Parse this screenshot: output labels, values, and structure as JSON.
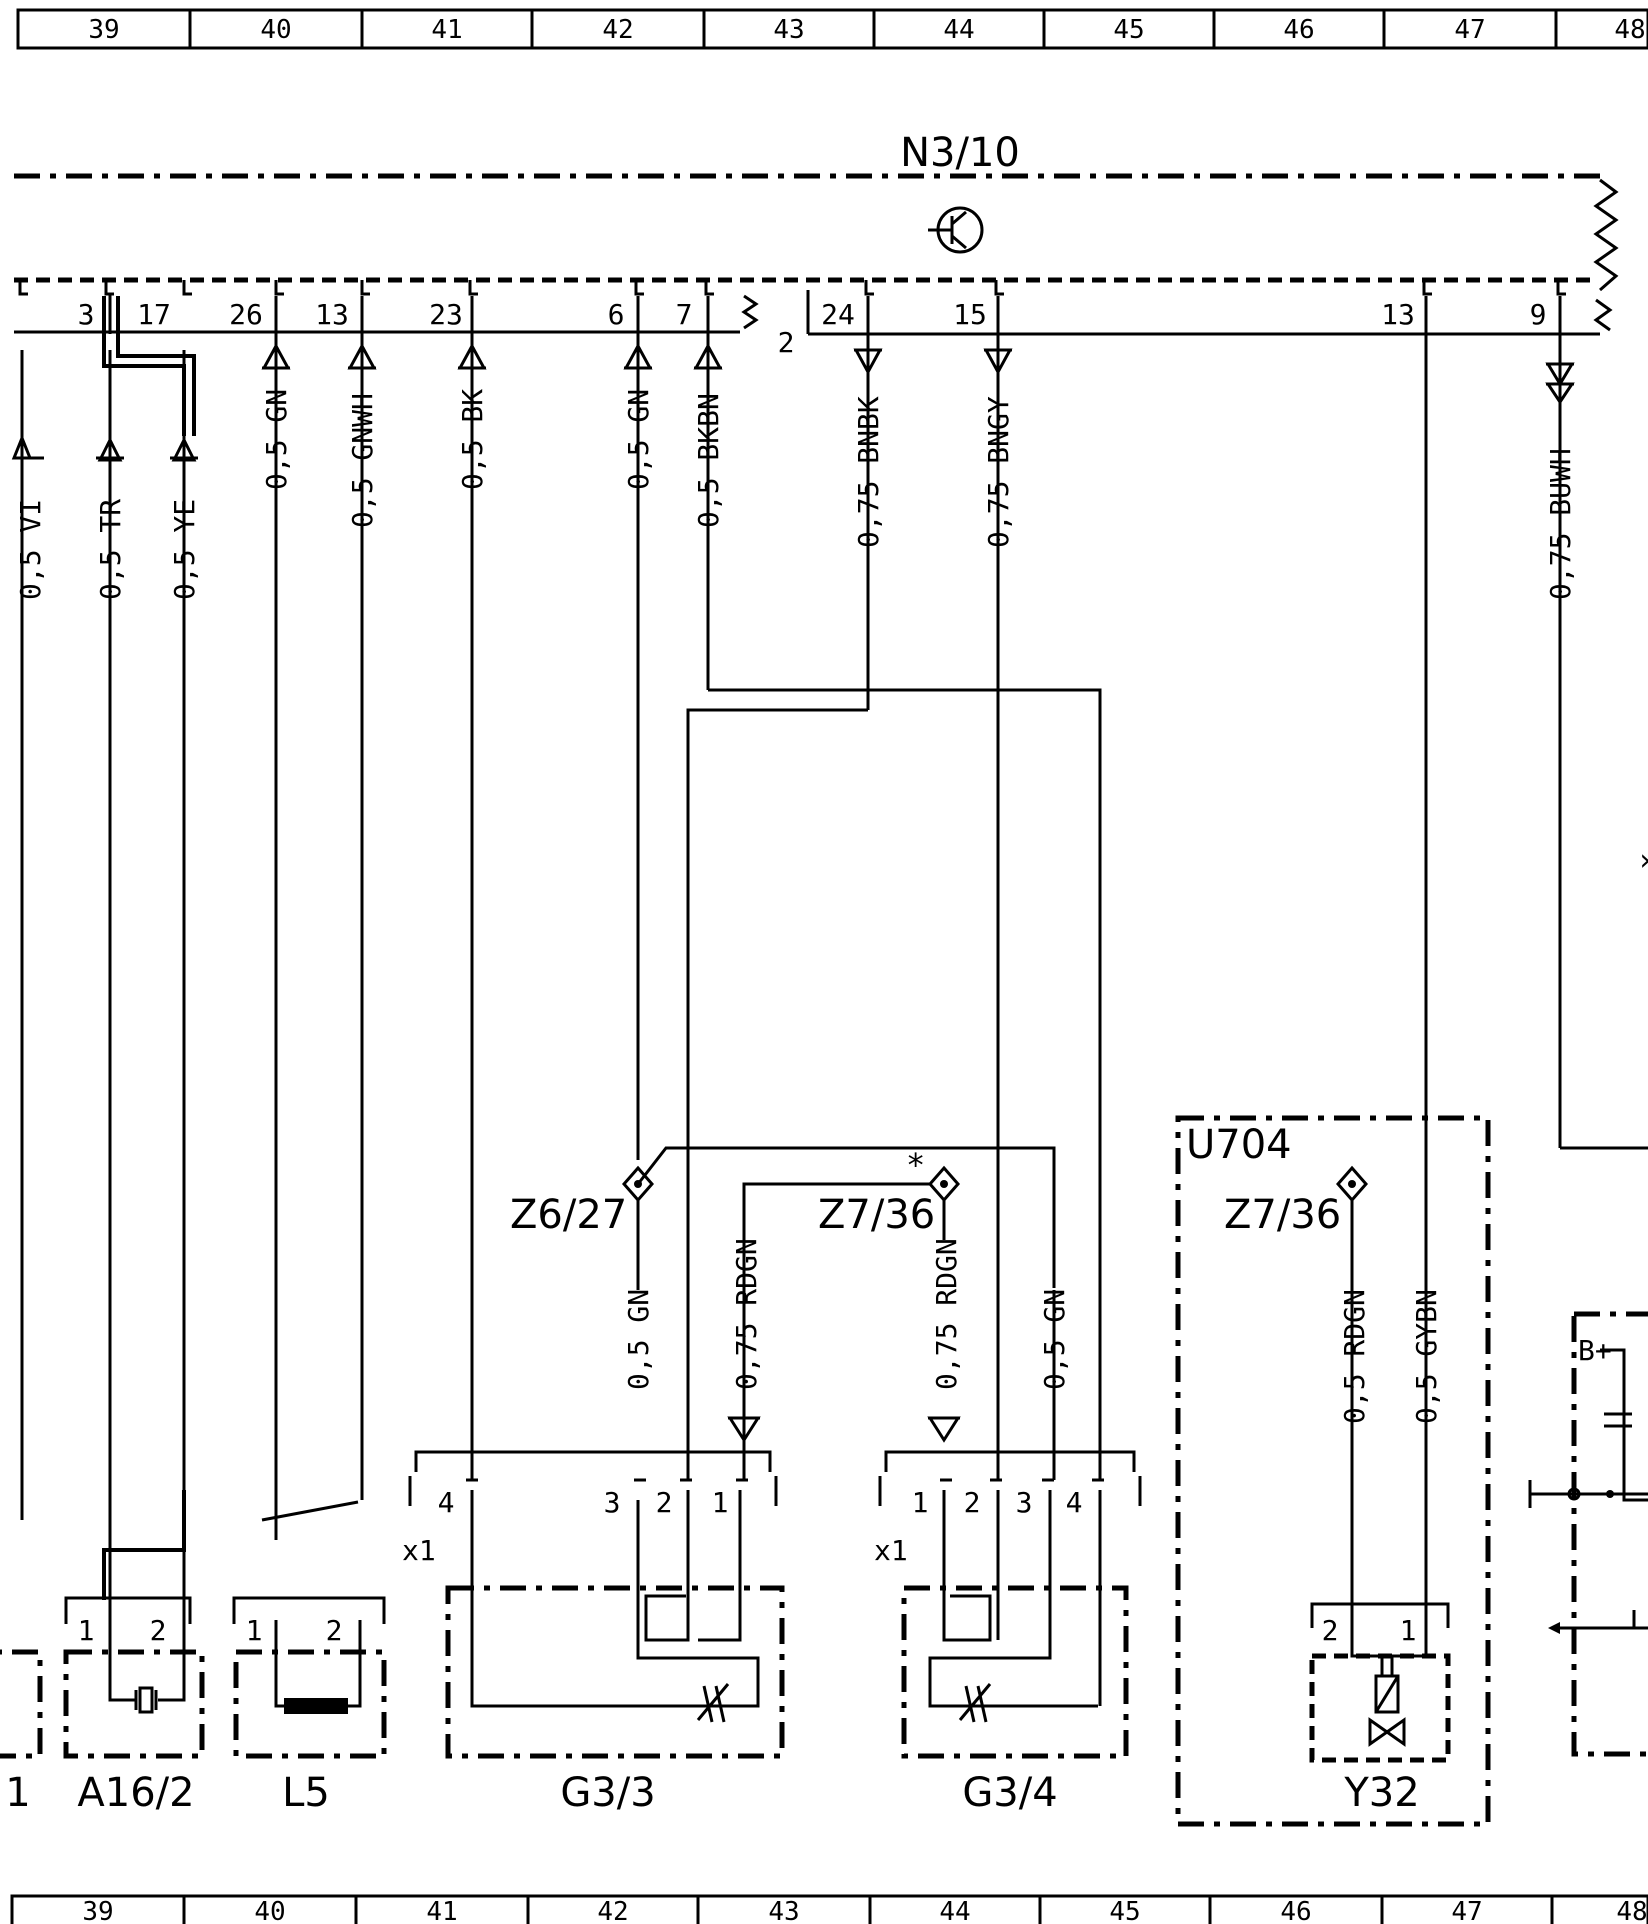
{
  "grid_top": [
    "39",
    "40",
    "41",
    "42",
    "43",
    "44",
    "45",
    "46",
    "47",
    "48"
  ],
  "grid_bottom": [
    "39",
    "40",
    "41",
    "42",
    "43",
    "44",
    "45",
    "46",
    "47",
    "48"
  ],
  "module": {
    "name": "N3/10",
    "connector_label": "2"
  },
  "pins_top": [
    "3",
    "17",
    "26",
    "13",
    "23",
    "6",
    "7",
    "24",
    "15",
    "13",
    "9"
  ],
  "wires": {
    "w_vi": "0,5 VI",
    "w_tr": "0,5 TR",
    "w_ye": "0,5 YE",
    "w_gn1": "0,5 GN",
    "w_gnwh": "0,5 GNWH",
    "w_bk": "0,5 BK",
    "w_gn2": "0,5 GN",
    "w_bkbn": "0,5 BKBN",
    "w_bnbk": "0,75 BNBK",
    "w_bngy": "0,75 BNGY",
    "w_buwh": "0,75 BUWH",
    "w_gn3": "0,5 GN",
    "w_rdgn1": "0,75 RDGN",
    "w_rdgn2": "0,75 RDGN",
    "w_gn4": "0,5 GN",
    "w_rdgn3": "0,5 RDGN",
    "w_gybn": "0,5 GYBN"
  },
  "splices": {
    "z627": "Z6/27",
    "z736a": "Z7/36",
    "z736b": "Z7/36",
    "asterisk": "*"
  },
  "components": {
    "a162": "A16/2",
    "l5": "L5",
    "g33": "G3/3",
    "g34": "G3/4",
    "y32": "Y32",
    "u704": "U704",
    "left_partial": "1",
    "b_plus": "B+"
  },
  "connectors": {
    "x1_left": "x1",
    "x1_right": "x1",
    "g33_pins": [
      "4",
      "3",
      "2",
      "1"
    ],
    "g34_pins": [
      "1",
      "2",
      "3",
      "4"
    ],
    "a162_pins": [
      "1",
      "2"
    ],
    "l5_pins": [
      "1",
      "2"
    ],
    "y32_pins": [
      "2",
      "1"
    ]
  }
}
